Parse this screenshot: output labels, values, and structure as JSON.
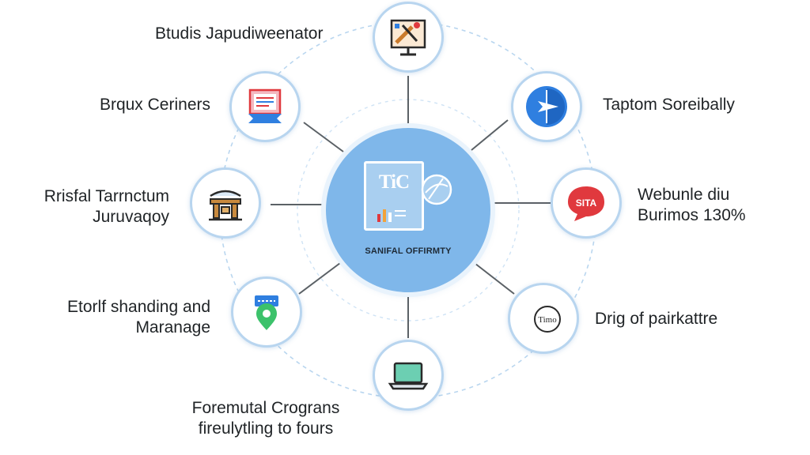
{
  "center": {
    "doc_title": "TiC",
    "label": "SANIFAL OFFIRMTY"
  },
  "nodes": [
    {
      "id": "top",
      "icon": "monitor-tools-icon",
      "lines": [
        "Btudis Japudiweenator"
      ]
    },
    {
      "id": "top-right",
      "icon": "compass-icon",
      "lines": [
        "Taptom Soreibally"
      ]
    },
    {
      "id": "right",
      "icon": "speech-bubble-icon",
      "badge": "SITA",
      "lines": [
        "Webunle diu",
        "Burimos 130%"
      ]
    },
    {
      "id": "bottom-right",
      "icon": "moon-badge-icon",
      "badge": "Timo",
      "lines": [
        "Drig of pairkattre"
      ]
    },
    {
      "id": "bottom",
      "icon": "laptop-icon",
      "lines": [
        "Foremutal Crograns",
        "fireulytling to fours"
      ]
    },
    {
      "id": "bottom-left",
      "icon": "map-pin-icon",
      "lines": [
        "Etorlf shanding and",
        "Maranage"
      ]
    },
    {
      "id": "left",
      "icon": "bridge-icon",
      "lines": [
        "Rrisfal Tarrnctum",
        "Juruvaqoy"
      ]
    },
    {
      "id": "top-left",
      "icon": "certificate-icon",
      "lines": [
        "Brqux Ceriners"
      ]
    }
  ],
  "colors": {
    "hub": "#7fb7ea",
    "node_border": "#b8d5ef",
    "connector": "#5b6166",
    "dashed_ring": "#b9d6ef",
    "accent_blue": "#2f7fe0",
    "accent_red": "#e0393e"
  }
}
